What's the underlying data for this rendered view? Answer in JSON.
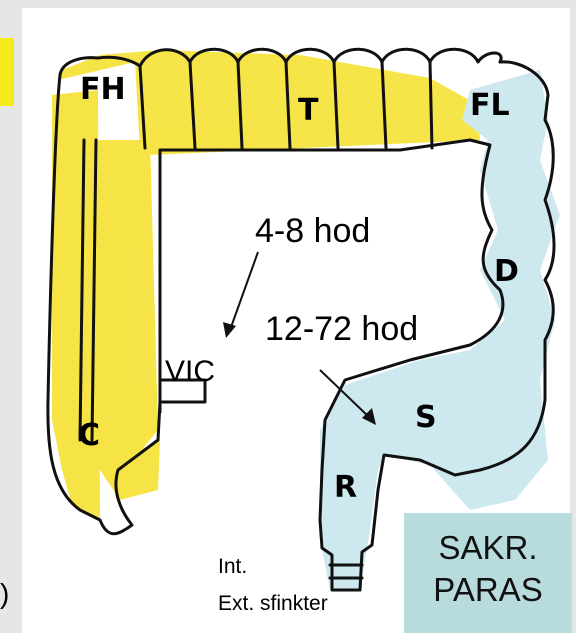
{
  "colon_labels": {
    "hepatic_flexure": "FH",
    "transverse": "T",
    "splenic_flexure": "FL",
    "descending": "D",
    "sigmoid": "S",
    "rectum": "R",
    "cecum": "C"
  },
  "valve_label": "VIC",
  "arrow_labels": {
    "upper": "4-8 hod",
    "lower": "12-72 hod"
  },
  "sphincter": {
    "internal": "Int.",
    "external": "Ext. sfinkter"
  },
  "info_box": {
    "line1": "SAKR.",
    "line2": "PARAS"
  },
  "edge_mark": ")",
  "colors": {
    "yellow_region": "#f5e028",
    "blue_region": "#cde9ef",
    "box": "#b8dcde",
    "ink": "#111111"
  }
}
